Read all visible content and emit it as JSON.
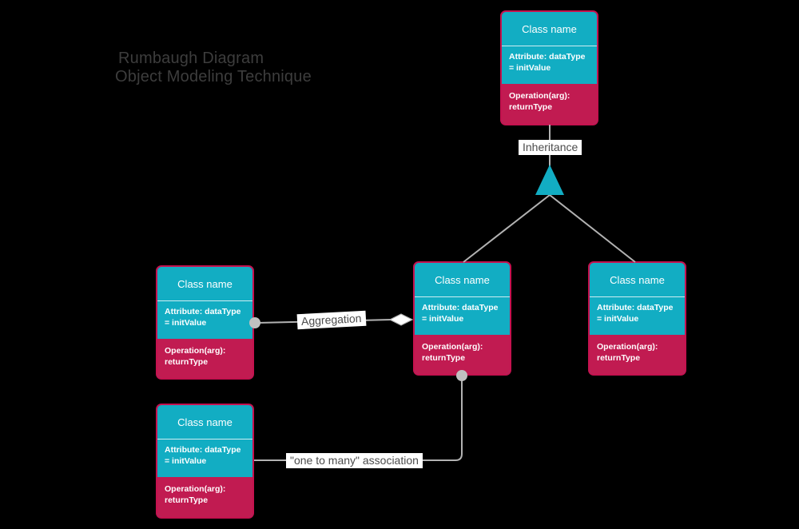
{
  "title": {
    "line1": "Rumbaugh Diagram",
    "line2": "Object Modeling Technique"
  },
  "class_box": {
    "title": "Class name",
    "attribute": "Attribute: dataType\n= initValue",
    "operation": "Operation(arg):\nreturnType"
  },
  "labels": {
    "inheritance": "Inheritance",
    "aggregation": "Aggregation",
    "association": "\"one to many\" association"
  },
  "colors": {
    "background": "#000000",
    "class_teal": "#12adc3",
    "class_crimson": "#c11b51",
    "box_border": "#c5124f",
    "connector_gray": "#b2b2b2",
    "dot_gray": "#c0c0c0",
    "triangle_teal": "#12adc3",
    "label_background": "#ffffff",
    "label_text": "#4c4c4c",
    "title_text": "#3d3d3d"
  }
}
